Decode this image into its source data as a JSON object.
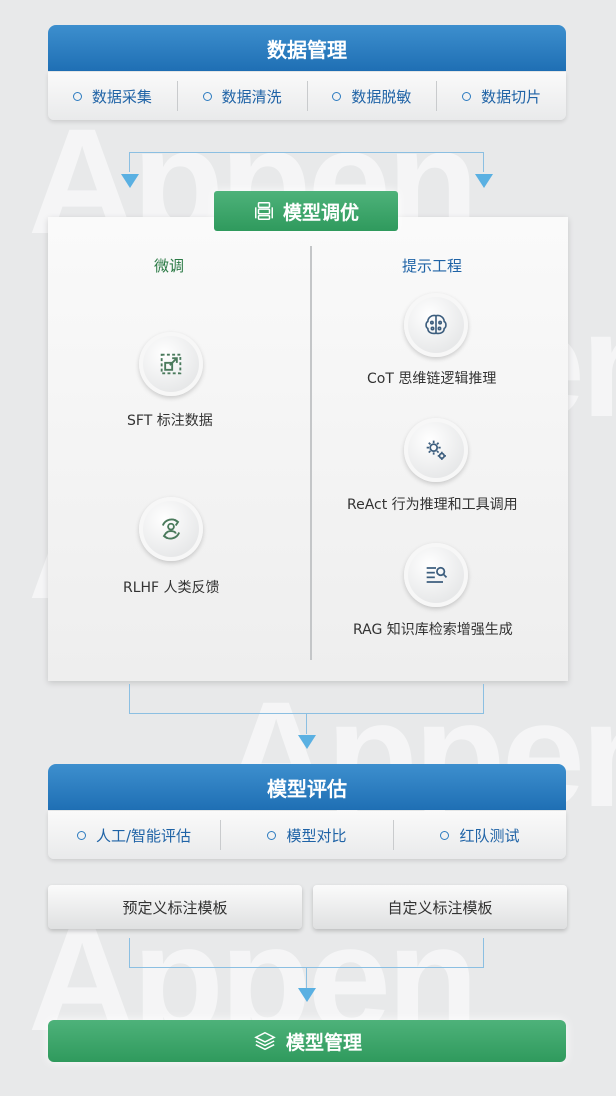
{
  "data_management": {
    "title": "数据管理",
    "items": [
      "数据采集",
      "数据清洗",
      "数据脱敏",
      "数据切片"
    ]
  },
  "model_tuning": {
    "title": "模型调优",
    "fine_tuning": {
      "title": "微调",
      "items": [
        {
          "icon": "expand-icon",
          "label": "SFT 标注数据"
        },
        {
          "icon": "user-refresh-icon",
          "label": "RLHF 人类反馈"
        }
      ]
    },
    "prompt_engineering": {
      "title": "提示工程",
      "items": [
        {
          "icon": "brain-icon",
          "label": "CoT 思维链逻辑推理"
        },
        {
          "icon": "gears-icon",
          "label": "ReAct 行为推理和工具调用"
        },
        {
          "icon": "list-search-icon",
          "label": "RAG 知识库检索增强生成"
        }
      ]
    }
  },
  "model_evaluation": {
    "title": "模型评估",
    "items": [
      "人工/智能评估",
      "模型对比",
      "红队测试"
    ]
  },
  "templates": {
    "predefined": "预定义标注模板",
    "custom": "自定义标注模板"
  },
  "model_management": {
    "title": "模型管理"
  },
  "watermark": "Appen",
  "colors": {
    "blue_header": "#2a7cc0",
    "green_header": "#3ba56a",
    "connector": "#8bbfe2",
    "arrow": "#5ab0e2"
  }
}
